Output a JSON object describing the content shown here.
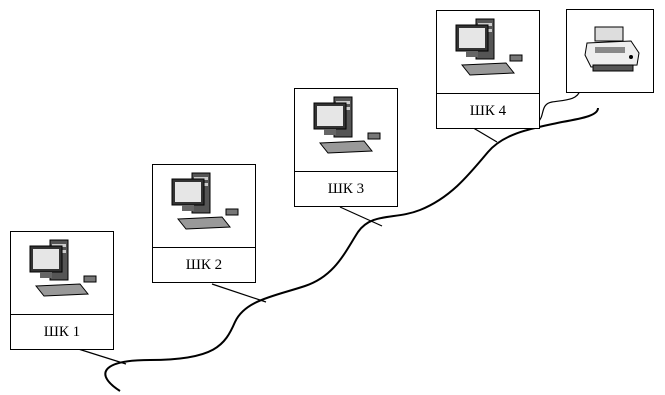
{
  "workstations": [
    {
      "id": "pc1",
      "label": "ШК 1",
      "icon": "computer-icon"
    },
    {
      "id": "pc2",
      "label": "ШК 2",
      "icon": "computer-icon"
    },
    {
      "id": "pc3",
      "label": "ШК 3",
      "icon": "computer-icon"
    },
    {
      "id": "pc4",
      "label": "ШК 4",
      "icon": "computer-icon"
    }
  ],
  "printer": {
    "icon": "printer-icon"
  },
  "links": [
    {
      "from": "pc1",
      "to": "bus"
    },
    {
      "from": "pc2",
      "to": "bus"
    },
    {
      "from": "pc3",
      "to": "bus"
    },
    {
      "from": "pc4",
      "to": "bus"
    },
    {
      "from": "printer",
      "to": "bus"
    }
  ],
  "colors": {
    "line": "#000000",
    "background": "#ffffff"
  }
}
